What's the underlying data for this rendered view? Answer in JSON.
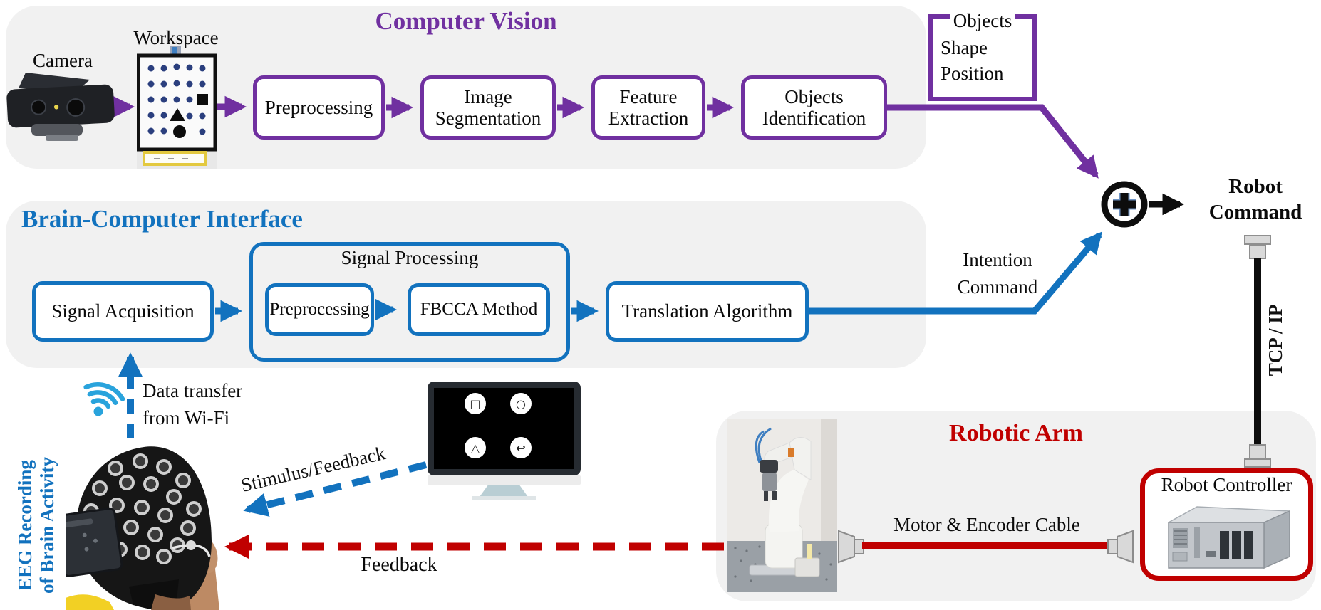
{
  "colors": {
    "purple": "#7030A0",
    "blue": "#1272BE",
    "red": "#C00000",
    "wifi_blue": "#29A3DC",
    "panel_gray": "#F1F1F1"
  },
  "cv": {
    "title": "Computer Vision",
    "camera_label": "Camera",
    "workspace_label": "Workspace",
    "boxes": [
      "Preprocessing",
      "Image Segmentation",
      "Feature Extraction",
      "Objects Identification"
    ],
    "bracket": {
      "header": "Objects",
      "line1": "Shape",
      "line2": "Position"
    }
  },
  "bci": {
    "title": "Brain-Computer Interface",
    "acquisition": "Signal Acquisition",
    "processing": {
      "title": "Signal Processing",
      "boxes": [
        "Preprocessing",
        "FBCCA Method"
      ]
    },
    "translation": "Translation Algorithm",
    "intention": {
      "line1": "Intention",
      "line2": "Command"
    }
  },
  "output": {
    "plus_icon": "+",
    "robot_command": {
      "line1": "Robot",
      "line2": "Command"
    },
    "tcp": "TCP / IP"
  },
  "robotic": {
    "title": "Robotic Arm",
    "cable_label": "Motor & Encoder Cable",
    "controller_label": "Robot Controller"
  },
  "monitor": {
    "icons": [
      "square",
      "circle",
      "triangle",
      "return"
    ]
  },
  "labels": {
    "data_transfer_1": "Data transfer",
    "data_transfer_2": "from Wi-Fi",
    "stimulus": "Stimulus/Feedback",
    "feedback": "Feedback",
    "eeg_1": "EEG Recording",
    "eeg_2": "of Brain Activity"
  }
}
